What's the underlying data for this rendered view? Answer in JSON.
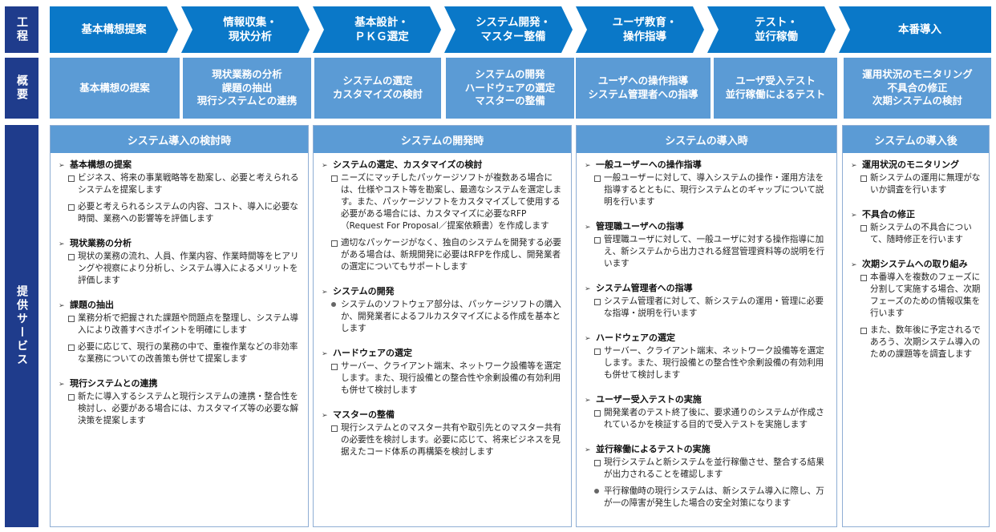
{
  "row_labels": {
    "process": "工程",
    "overview": "概要",
    "services": "提供サービス"
  },
  "process_steps": [
    "基本構想提案",
    "情報収集・\n現状分析",
    "基本設計・\nＰＫＧ選定",
    "システム開発・\nマスター整備",
    "ユーザ教育・\n操作指導",
    "テスト・\n並行稼働",
    "本番導入"
  ],
  "overviews": [
    "基本構想の提案",
    "現状業務の分析\n課題の抽出\n現行システムとの連携",
    "システムの選定\nカスタマイズの検討",
    "システムの開発\nハードウェアの選定\nマスターの整備",
    "ユーザへの操作指導\nシステム管理者への指導",
    "ユーザ受入テスト\n並行稼働によるテスト",
    "運用状況のモニタリング\n不具合の修正\n次期システムの検討"
  ],
  "columns": [
    {
      "title": "システム導入の検討時",
      "sections": [
        {
          "heading": "基本構想の提案",
          "items": [
            {
              "bullet": "square",
              "text": "ビジネス、将来の事業戦略等を勘案し、必要と考えられるシステムを提案します"
            },
            {
              "bullet": "square",
              "text": "必要と考えられるシステムの内容、コスト、導入に必要な時間、業務への影響等を評価します"
            }
          ]
        },
        {
          "heading": "現状業務の分析",
          "items": [
            {
              "bullet": "square",
              "text": "現状の業務の流れ、人員、作業内容、作業時間等をヒアリングや視察により分析し、システム導入によるメリットを評価します"
            }
          ]
        },
        {
          "heading": "課題の抽出",
          "items": [
            {
              "bullet": "square",
              "text": "業務分析で把握された課題や問題点を整理し、システム導入により改善すべきポイントを明確にします"
            },
            {
              "bullet": "square",
              "text": "必要に応じて、現行の業務の中で、重複作業などの非効率な業務についての改善策も併せて提案します"
            }
          ]
        },
        {
          "heading": "現行システムとの連携",
          "items": [
            {
              "bullet": "square",
              "text": "新たに導入するシステムと現行システムの連携・整合性を検討し、必要がある場合には、カスタマイズ等の必要な解決策を提案します"
            }
          ]
        }
      ]
    },
    {
      "title": "システムの開発時",
      "sections": [
        {
          "heading": "システムの選定、カスタマイズの検討",
          "items": [
            {
              "bullet": "square",
              "text": "ニーズにマッチしたパッケージソフトが複数ある場合には、仕様やコスト等を勘案し、最適なシステムを選定します。また、パッケージソフトをカスタマイズして使用する必要がある場合には、カスタマイズに必要なRFP（Request For Proposal／提案依頼書）を作成します"
            },
            {
              "bullet": "square",
              "text": "適切なパッケージがなく、独自のシステムを開発する必要がある場合は、新規開発に必要はRFPを作成し、開発業者の選定についてもサポートします"
            }
          ]
        },
        {
          "heading": "システムの開発",
          "items": [
            {
              "bullet": "dot",
              "text": "システムのソフトウェア部分は、パッケージソフトの購入か、開発業者によるフルカスタマイズによる作成を基本とします"
            }
          ]
        },
        {
          "heading": "ハードウェアの選定",
          "items": [
            {
              "bullet": "square",
              "text": "サーバー、クライアント端末、ネットワーク設備等を選定します。また、現行設備との整合性や余剰設備の有効利用も併せて検討します"
            }
          ]
        },
        {
          "heading": "マスターの整備",
          "items": [
            {
              "bullet": "square",
              "text": "現行システムとのマスター共有や取引先とのマスター共有の必要性を検討します。必要に応じて、将来ビジネスを見据えたコード体系の再構築を検討します"
            }
          ]
        }
      ]
    },
    {
      "title": "システムの導入時",
      "sections": [
        {
          "heading": "一般ユーザーへの操作指導",
          "items": [
            {
              "bullet": "square",
              "text": "一般ユーザーに対して、導入システムの操作・運用方法を指導するとともに、現行システムとのギャップについて説明を行います"
            }
          ]
        },
        {
          "heading": "管理職ユーザへの指導",
          "items": [
            {
              "bullet": "square",
              "text": "管理職ユーザに対して、一般ユーザに対する操作指導に加え、新システムから出力される経営管理資料等の説明を行います"
            }
          ]
        },
        {
          "heading": "システム管理者への指導",
          "items": [
            {
              "bullet": "square",
              "text": "システム管理者に対して、新システムの運用・管理に必要な指導・説明を行います"
            }
          ]
        },
        {
          "heading": "ハードウェアの選定",
          "items": [
            {
              "bullet": "square",
              "text": "サーバー、クライアント端末、ネットワーク設備等を選定します。また、現行設備との整合性や余剰設備の有効利用も併せて検討します"
            }
          ]
        },
        {
          "heading": "ユーザー受入テストの実施",
          "items": [
            {
              "bullet": "square",
              "text": "開発業者のテスト終了後に、要求通りのシステムが作成されているかを検証する目的で受入テストを実施します"
            }
          ]
        },
        {
          "heading": "並行稼働によるテストの実施",
          "items": [
            {
              "bullet": "square",
              "text": "現行システムと新システムを並行稼働させ、整合する結果が出力されることを確認します"
            },
            {
              "bullet": "dot",
              "text": "平行稼働時の現行システムは、新システム導入に際し、万が一の障害が発生した場合の安全対策になります"
            }
          ]
        }
      ]
    },
    {
      "title": "システムの導入後",
      "sections": [
        {
          "heading": "運用状況のモニタリング",
          "items": [
            {
              "bullet": "square",
              "text": "新システムの運用に無理がないか調査を行います"
            }
          ]
        },
        {
          "heading": "不具合の修正",
          "items": [
            {
              "bullet": "square",
              "text": "新システムの不具合について、随時修正を行います"
            }
          ]
        },
        {
          "heading": "次期システムへの取り組み",
          "items": [
            {
              "bullet": "square",
              "text": "本番導入を複数のフェーズに分割して実施する場合、次期フェーズのための情報収集を行います"
            },
            {
              "bullet": "square",
              "text": "また、数年後に予定されるであろう、次期システム導入のための課題等を調査します"
            }
          ]
        }
      ]
    }
  ]
}
